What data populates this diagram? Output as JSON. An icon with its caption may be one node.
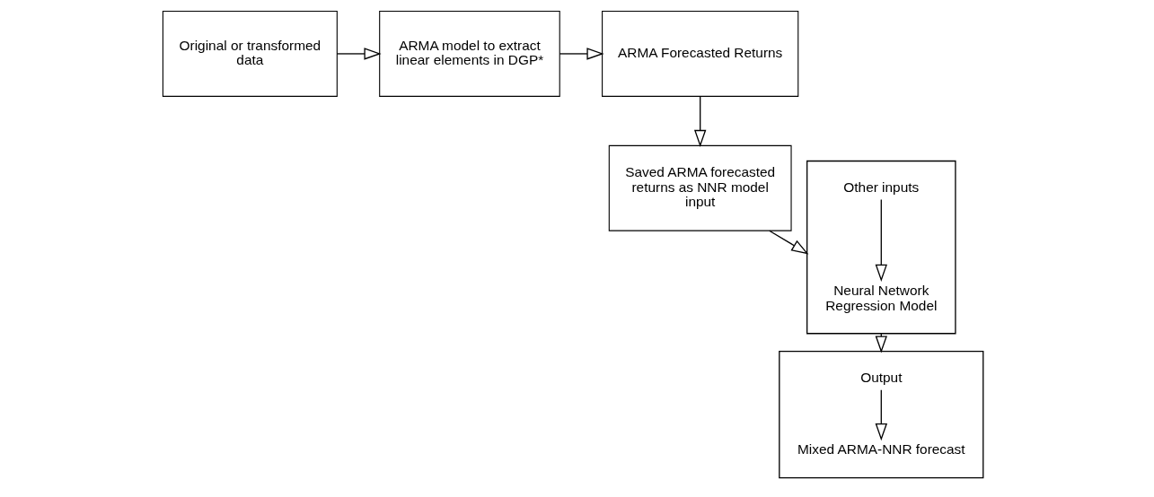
{
  "diagram": {
    "nodes": [
      {
        "text": [
          "Original or transformed data"
        ]
      },
      {
        "text": [
          "ARMA model to extract linear elements in DGP*"
        ]
      },
      {
        "text": [
          "ARMA Forecasted Returns"
        ]
      },
      {
        "text": [
          "Saved ARMA forecasted returns as NNR model input"
        ]
      },
      {
        "text": [],
        "shape": "box"
      },
      {
        "text": [
          "Neural Network Regression Model"
        ],
        "in": 4
      },
      {
        "text": [
          "Other inputs"
        ],
        "in": 4
      },
      {
        "text": [],
        "shape": "box"
      },
      {
        "text": [
          "Output"
        ],
        "in": 7
      },
      {
        "text": [
          "Mixed ARMA-NNR forecast"
        ],
        "in": 7
      }
    ],
    "edges": [
      {
        "from": 0,
        "to": 1,
        "arrow": "to"
      },
      {
        "from": 1,
        "to": 2,
        "arrow": "to"
      },
      {
        "from": 2,
        "to": 3,
        "arrow": "to"
      },
      {
        "from": 3,
        "to": 4,
        "arrow": "to"
      },
      {
        "from": 4,
        "to": 7,
        "arrow": "to"
      },
      {
        "from": 6,
        "to": 5,
        "arrow": "to"
      },
      {
        "from": 8,
        "to": 9,
        "arrow": "to"
      }
    ]
  }
}
